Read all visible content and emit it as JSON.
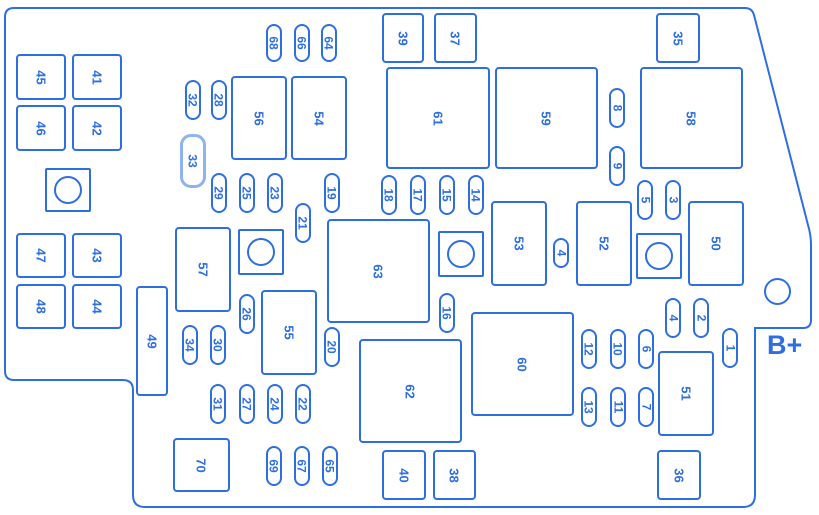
{
  "colors": {
    "outline": "#2d6fe0",
    "selected_outline": "#8fb3ef",
    "background": "#ffffff"
  },
  "terminal_label": "B+",
  "fuses": [
    "68",
    "66",
    "64",
    "39",
    "37",
    "35",
    "45",
    "41",
    "46",
    "42",
    "32",
    "28",
    "56",
    "54",
    "61",
    "59",
    "8",
    "58",
    "33",
    "9",
    "29",
    "25",
    "23",
    "19",
    "18",
    "17",
    "15",
    "14",
    "5",
    "3",
    "21",
    "57",
    "63",
    "53",
    "4",
    "52",
    "50",
    "47",
    "43",
    "48",
    "44",
    "26",
    "55",
    "16",
    "49",
    "34",
    "30",
    "20",
    "62",
    "60",
    "12",
    "10",
    "6",
    "2",
    "1",
    "13",
    "11",
    "7",
    "51",
    "31",
    "27",
    "24",
    "22",
    "70",
    "69",
    "67",
    "65",
    "40",
    "38",
    "36"
  ],
  "selected_fuse": "33"
}
